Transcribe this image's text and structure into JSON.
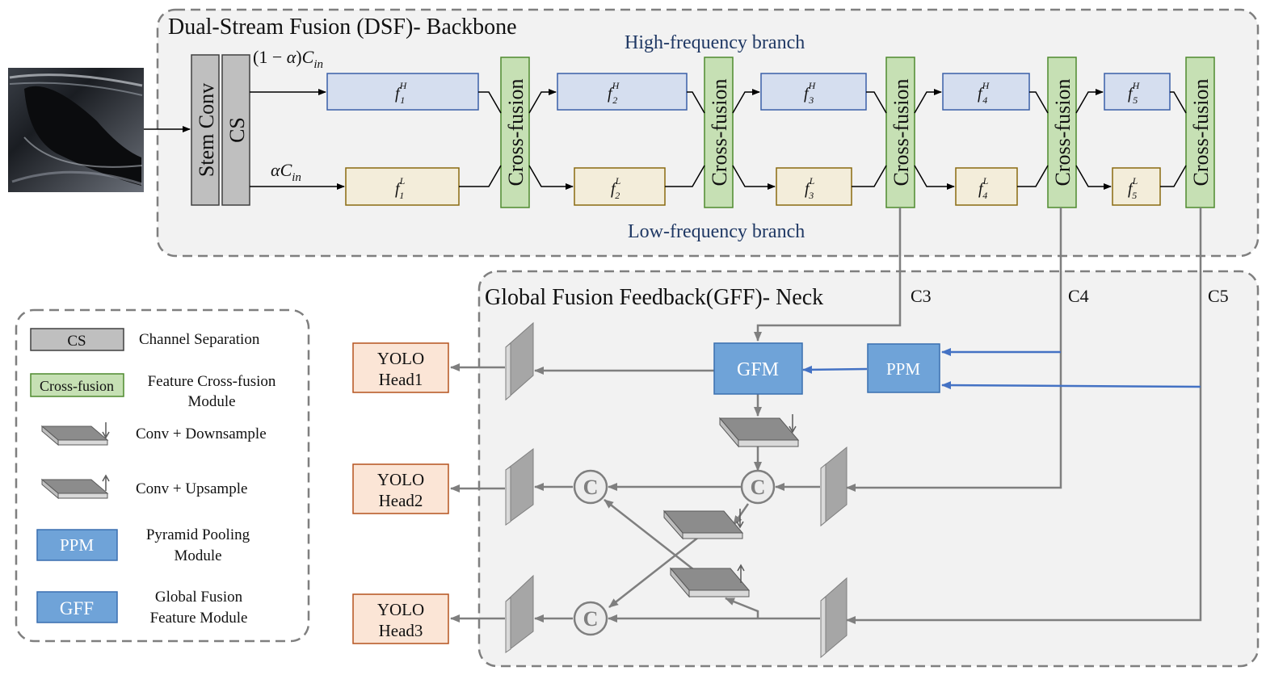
{
  "backbone": {
    "title": "Dual-Stream Fusion (DSF)- Backbone",
    "high_branch_label": "High-frequency branch",
    "low_branch_label": "Low-frequency branch",
    "stem_label": "Stem Conv",
    "cs_label": "CS",
    "high_channel_pre": "(1 − ",
    "high_channel_alpha": "α",
    "high_channel_post": ")",
    "low_channel_alpha": "α",
    "channel_c": "C",
    "channel_sub": "in",
    "cross_label": "Cross-fusion",
    "f_letter": "f",
    "high_sup": "H",
    "low_sup": "L",
    "indices": [
      "1",
      "2",
      "3",
      "4",
      "5"
    ]
  },
  "neck": {
    "title": "Global Fusion Feedback(GFF)- Neck",
    "c3": "C3",
    "c4": "C4",
    "c5": "C5",
    "gfm": "GFM",
    "ppm": "PPM",
    "concat": "C",
    "heads": [
      {
        "line1": "YOLO",
        "line2": "Head1"
      },
      {
        "line1": "YOLO",
        "line2": "Head2"
      },
      {
        "line1": "YOLO",
        "line2": "Head3"
      }
    ]
  },
  "legend": {
    "cs_box": "CS",
    "cs_desc": "Channel Separation",
    "cross_box": "Cross-fusion",
    "cross_desc1": "Feature Cross-fusion",
    "cross_desc2": "Module",
    "down_desc": "Conv + Downsample",
    "up_desc": "Conv + Upsample",
    "ppm_box": "PPM",
    "ppm_desc1": "Pyramid Pooling",
    "ppm_desc2": "Module",
    "gff_box": "GFF",
    "gff_desc1": "Global Fusion",
    "gff_desc2": "Feature Module"
  },
  "colors": {
    "high_fill": "#d5deef",
    "high_stroke": "#3a5fa8",
    "low_fill": "#f3edda",
    "low_stroke": "#8a6a10",
    "cross_fill": "#c6e0b4",
    "cross_stroke": "#4f8a2e",
    "blue_fill": "#6fa3d8",
    "blue_stroke": "#3a6fb0",
    "head_fill": "#fbe5d6",
    "head_stroke": "#b5531f",
    "gray_arrow": "#7f7f7f",
    "blue_arrow": "#4472c4"
  }
}
